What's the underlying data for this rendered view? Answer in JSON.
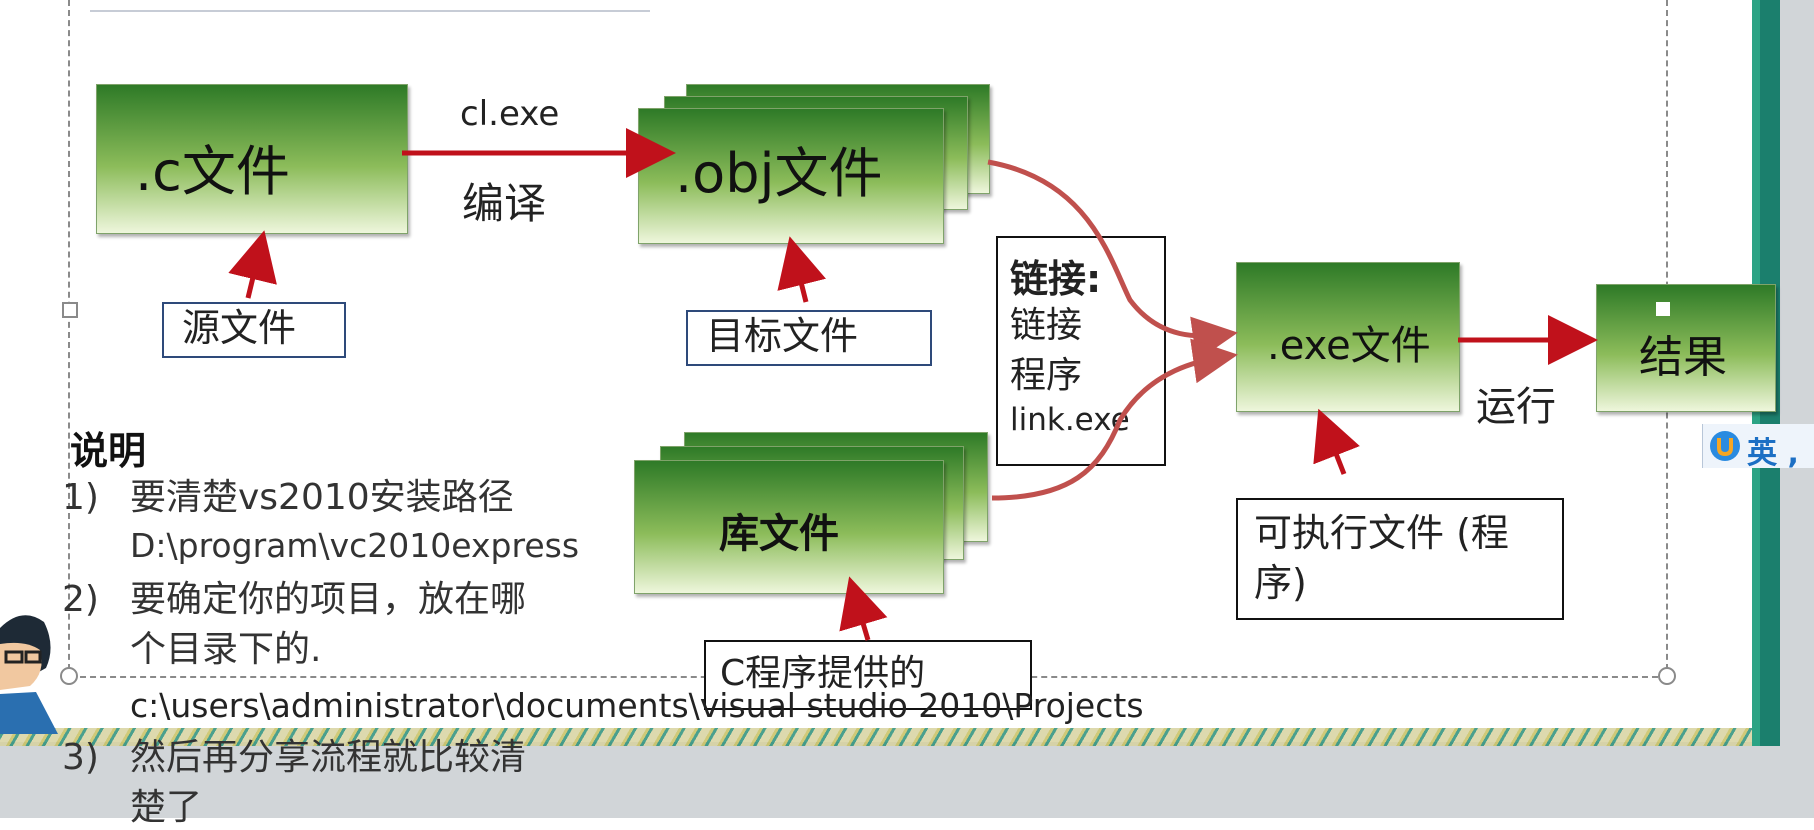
{
  "nodes": {
    "c_file": ".c文件",
    "obj_file": ".obj文件",
    "lib_file": "库文件",
    "exe_file": ".exe文件",
    "result": "结果"
  },
  "edges": {
    "compile_cmd": "cl.exe",
    "compile_label": "编译",
    "run_label": "运行"
  },
  "link_box": {
    "title": "链接:",
    "line1": "链接",
    "line2": "程序",
    "line3": "link.exe"
  },
  "labels": {
    "source": "源文件",
    "target": "目标文件",
    "executable_line1": "可执行文件 (程",
    "executable_line2": "序)",
    "c_provided": "C程序提供的"
  },
  "notes": {
    "title": "说明",
    "item1_num": "1)",
    "item1_line1": "要清楚vs2010安装路径",
    "item1_line2": "D:\\program\\vc2010express",
    "item2_num": "2)",
    "item2_line1": "要确定你的项目，放在哪",
    "item2_line2": "个目录下的.",
    "item2_line3": "c:\\users\\administrator\\documents\\visual  studio 2010\\Projects",
    "item3_num": "3)",
    "item3_line1": "然后再分享流程就比较清",
    "item3_line2": "楚了"
  },
  "ime": {
    "icon": "ime-u-icon",
    "label": "英 ,"
  },
  "colors": {
    "arrow_red": "#c0111b",
    "curve_red": "#c0504d",
    "box_green_dark": "#2e7a27",
    "box_green_light": "#eef6dc",
    "frame_teal": "#1b7f6d"
  }
}
